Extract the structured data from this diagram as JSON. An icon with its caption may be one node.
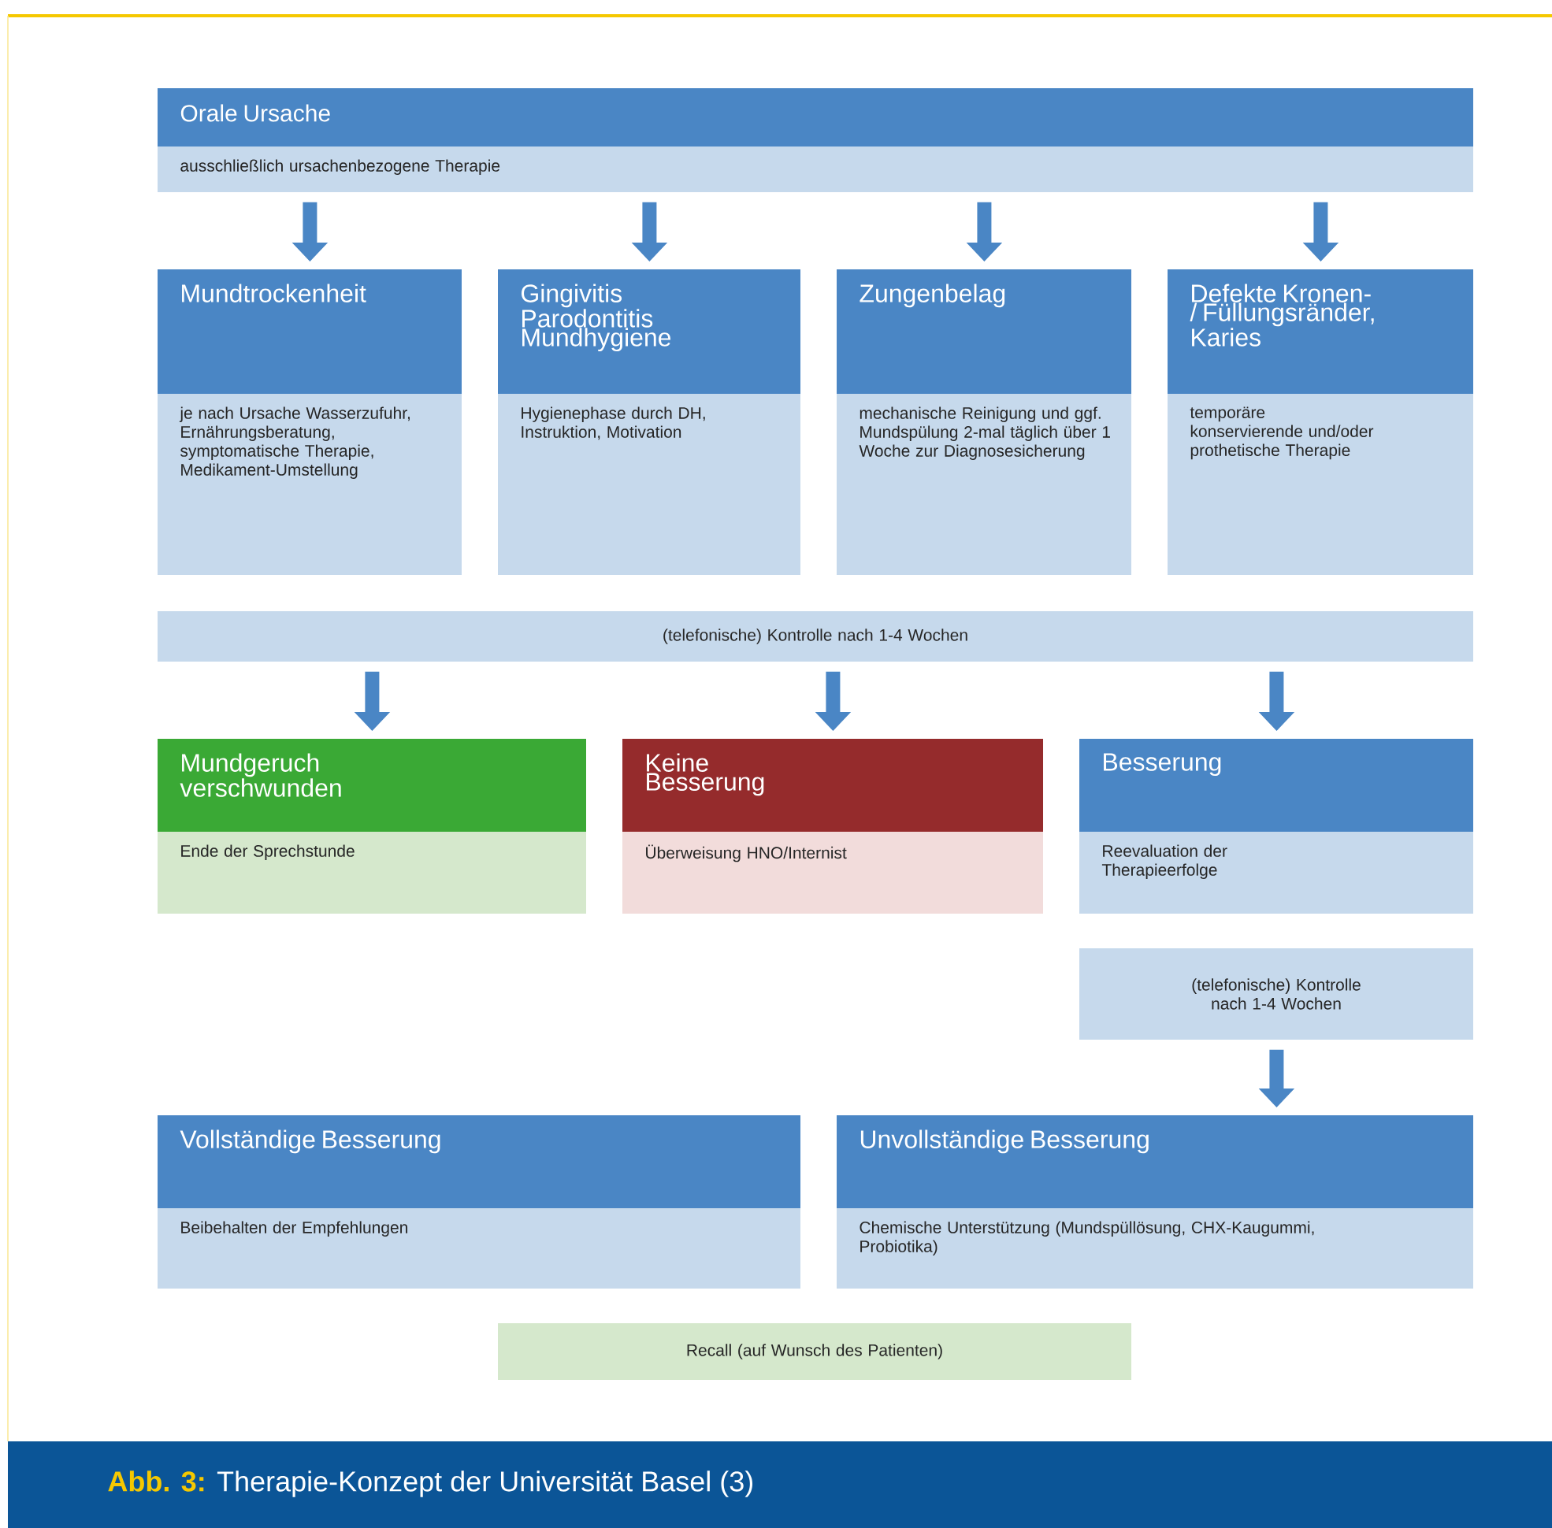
{
  "diagram": {
    "caption": "**Abb. 3:** Therapie-Konzept der Universität Basel (3)",
    "nodes": [
      {
        "text": [
          "Orale Ursache",
          "ausschließlich ursachenbezogene Therapie"
        ]
      },
      {
        "text": [
          "Mundtrockenheit",
          "je nach Ursache Wasserzufuhr, Ernährungsberatung, symptomatische Therapie, Medikament-Umstellung"
        ]
      },
      {
        "text": [
          "Gingivitis Parodontitis Mundhygiene",
          "Hygienephase durch DH, Instruktion, Motivation"
        ]
      },
      {
        "text": [
          "Zungenbelag",
          "mechanische Reinigung und ggf. Mundspülung 2-mal täglich über 1 Woche zur Diagnosesicherung"
        ]
      },
      {
        "text": [
          "Defekte Kronen- / Füllungsränder, Karies",
          "temporäre konservierende und/oder prothetische Therapie"
        ]
      },
      {
        "text": [
          "(telefonische) Kontrolle nach 1-4 Wochen"
        ]
      },
      {
        "text": [
          "Mundgeruch verschwunden",
          "Ende der Sprechstunde"
        ]
      },
      {
        "text": [
          "Keine Besserung",
          "Überweisung HNO/Internist"
        ]
      },
      {
        "text": [
          "Besserung",
          "Reevaluation der Therapieerfolge"
        ]
      },
      {
        "text": [
          "(telefonische) Kontrolle nach 1-4 Wochen"
        ]
      },
      {
        "text": [
          "Vollständige Besserung",
          "Beibehalten der Empfehlungen"
        ]
      },
      {
        "text": [
          "Unvollständige Besserung",
          "Chemische Unterstützung (Mundspüllösung, CHX-Kaugummi, Probiotika)"
        ]
      },
      {
        "text": [
          "Recall (auf Wunsch des Patienten)"
        ]
      }
    ],
    "edges": [
      {
        "from": 0,
        "to": 1,
        "arrow": "to"
      },
      {
        "from": 0,
        "to": 2,
        "arrow": "to"
      },
      {
        "from": 0,
        "to": 3,
        "arrow": "to"
      },
      {
        "from": 0,
        "to": 4,
        "arrow": "to"
      },
      {
        "from": 5,
        "to": 6,
        "arrow": "to"
      },
      {
        "from": 5,
        "to": 7,
        "arrow": "to"
      },
      {
        "from": 5,
        "to": 8,
        "arrow": "to"
      },
      {
        "from": 9,
        "to": 11,
        "arrow": "to"
      }
    ]
  }
}
